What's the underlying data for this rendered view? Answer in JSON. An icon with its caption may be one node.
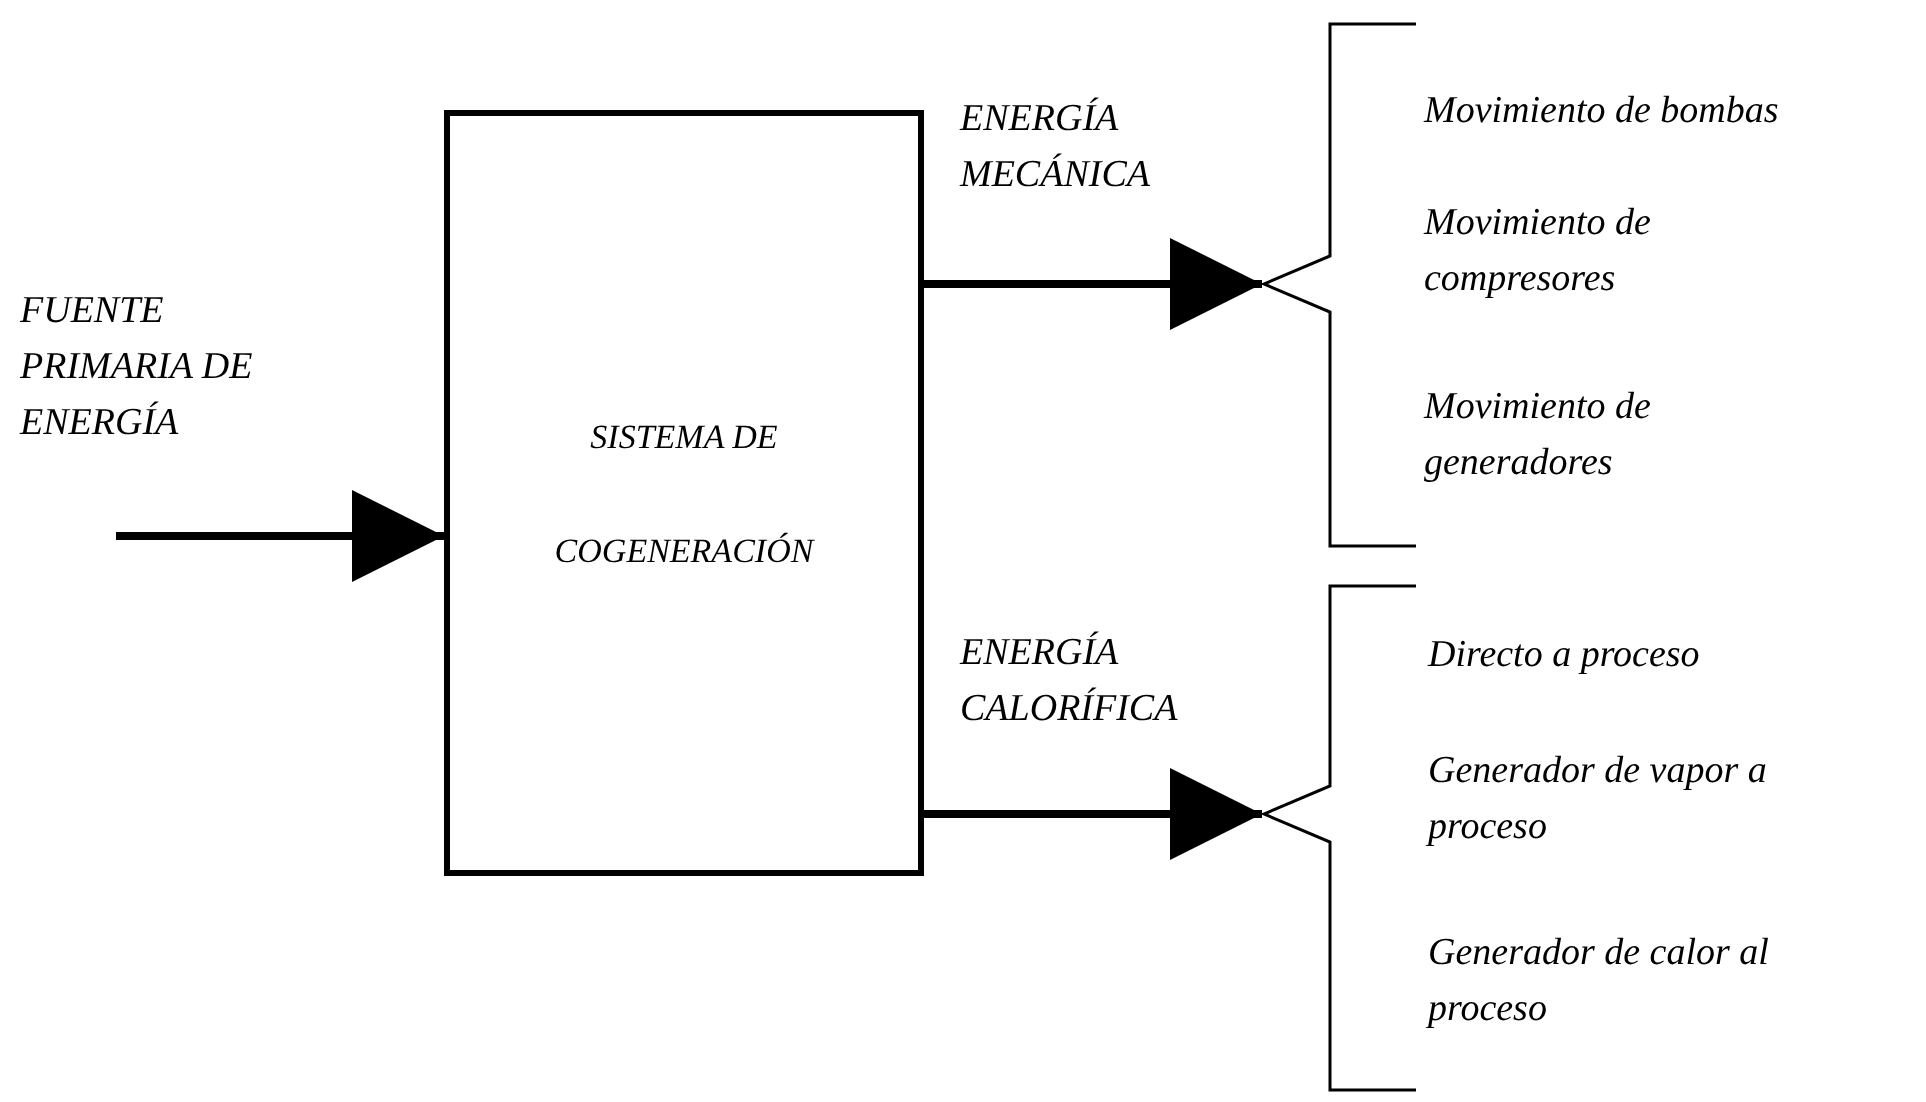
{
  "diagram": {
    "nodes": [
      {
        "text": [
          "SISTEMA DE COGENERACIÓN"
        ]
      },
      {
        "text": [],
        "shape": "bracket"
      },
      {
        "text": [],
        "shape": "bracket"
      }
    ],
    "edges": [
      {
        "from": null,
        "to": 0,
        "arrow": "to",
        "label": "FUENTE PRIMARIA DE ENERGÍA"
      },
      {
        "from": 0,
        "to": 1,
        "arrow": "to",
        "label": "ENERGÍA MECÁNICA"
      },
      {
        "from": 0,
        "to": 2,
        "arrow": "to",
        "label": "ENERGÍA CALORÍFICA"
      }
    ],
    "labels": [
      "Movimiento de bombas",
      "Movimiento de compresores",
      "Movimiento de generadores",
      "Directo a proceso",
      "Generador de vapor a proceso",
      "Generador de calor al proceso"
    ]
  }
}
